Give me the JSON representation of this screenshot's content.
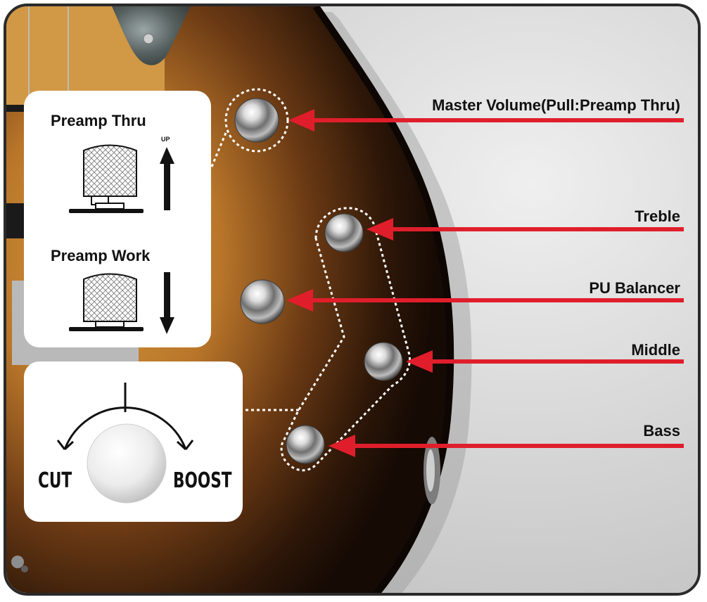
{
  "labels": {
    "master_volume": "Master Volume(Pull:Preamp Thru)",
    "treble": "Treble",
    "pu_balancer": "PU Balancer",
    "middle": "Middle",
    "bass": "Bass"
  },
  "preamp_panel": {
    "thru_title": "Preamp Thru",
    "up_label": "UP",
    "work_title": "Preamp Work"
  },
  "knob_panel": {
    "cut_label": "CUT",
    "boost_label": "BOOST"
  },
  "colors": {
    "arrow_red": "#e01e2b",
    "body_sunburst_center": "#c98a2e",
    "body_sunburst_edge": "#1c0f06",
    "frame_border": "#2a2a2a",
    "background_gray": "#d6d6d6"
  },
  "icons": [
    "knob-icon",
    "arrow-up-icon",
    "arrow-down-icon",
    "cut-boost-dial-icon"
  ]
}
